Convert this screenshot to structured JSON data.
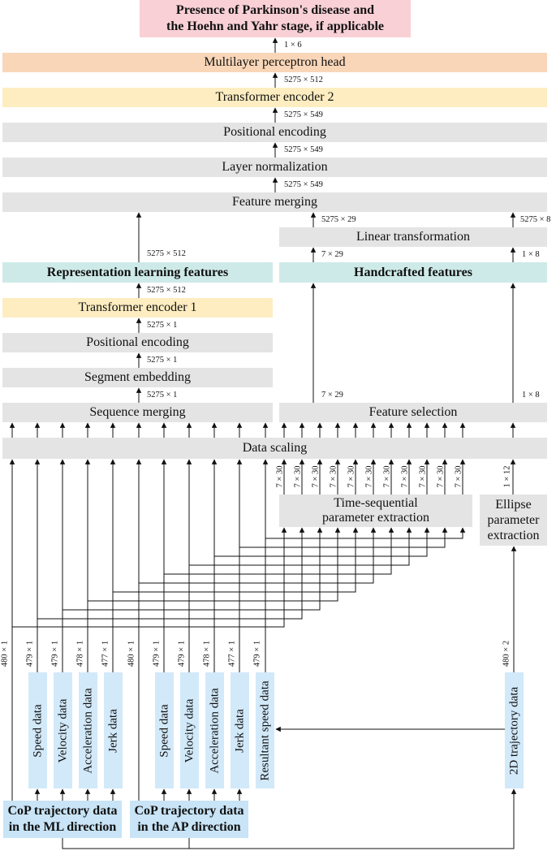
{
  "boxes": {
    "output": "Presence of Parkinson's disease and\nthe Hoehn and Yahr stage, if applicable",
    "mlp_head": "Multilayer perceptron head",
    "transformer_encoder_2": "Transformer encoder 2",
    "positional_encoding_top": "Positional encoding",
    "layer_normalization": "Layer normalization",
    "feature_merging": "Feature merging",
    "linear_transformation": "Linear transformation",
    "representation_learning_features": "Representation learning features",
    "handcrafted_features": "Handcrafted features",
    "transformer_encoder_1": "Transformer encoder 1",
    "positional_encoding": "Positional encoding",
    "segment_embedding": "Segment embedding",
    "sequence_merging": "Sequence merging",
    "feature_selection": "Feature selection",
    "data_scaling": "Data scaling",
    "time_sequential": "Time-sequential\nparameter extraction",
    "ellipse": "Ellipse\nparameter\nextraction",
    "cop_ml": "CoP trajectory data\nin the ML direction",
    "cop_ap": "CoP trajectory data\nin the AP direction"
  },
  "data_boxes": {
    "ml_speed": "Speed data",
    "ml_velocity": "Velocity data",
    "ml_acceleration": "Acceleration data",
    "ml_jerk": "Jerk data",
    "ap_speed": "Speed data",
    "ap_velocity": "Velocity data",
    "ap_acceleration": "Acceleration data",
    "ap_jerk": "Jerk data",
    "resultant_speed": "Resultant speed data",
    "trajectory_2d": "2D trajectory data"
  },
  "dims": {
    "out": "1 × 6",
    "mlp": "5275 × 512",
    "te2": "5275 × 549",
    "pe_top": "5275 × 549",
    "ln": "5275 × 549",
    "fm_left": "5275 × 512",
    "fm_mid": "5275 × 29",
    "fm_right": "5275 × 8",
    "lt_mid": "7 × 29",
    "lt_right": "1 × 8",
    "rl": "5275 × 512",
    "te1": "5275 × 1",
    "pe": "5275 × 1",
    "se": "5275 × 1",
    "fs_mid": "7 × 29",
    "fs_right": "1 × 8",
    "ts_outputs": [
      "7 × 30",
      "7 × 30",
      "7 × 30",
      "7 × 30",
      "7 × 30",
      "7 × 30",
      "7 × 30",
      "7 × 30",
      "7 × 30",
      "7 × 30",
      "7 × 30"
    ],
    "ellipse_out": "1 × 12",
    "data_inputs": [
      "480 × 1",
      "479 × 1",
      "479 × 1",
      "478 × 1",
      "477 × 1",
      "480 × 1",
      "479 × 1",
      "479 × 1",
      "478 × 1",
      "477 × 1",
      "479 × 1"
    ],
    "traj_2d": "480 × 2"
  }
}
